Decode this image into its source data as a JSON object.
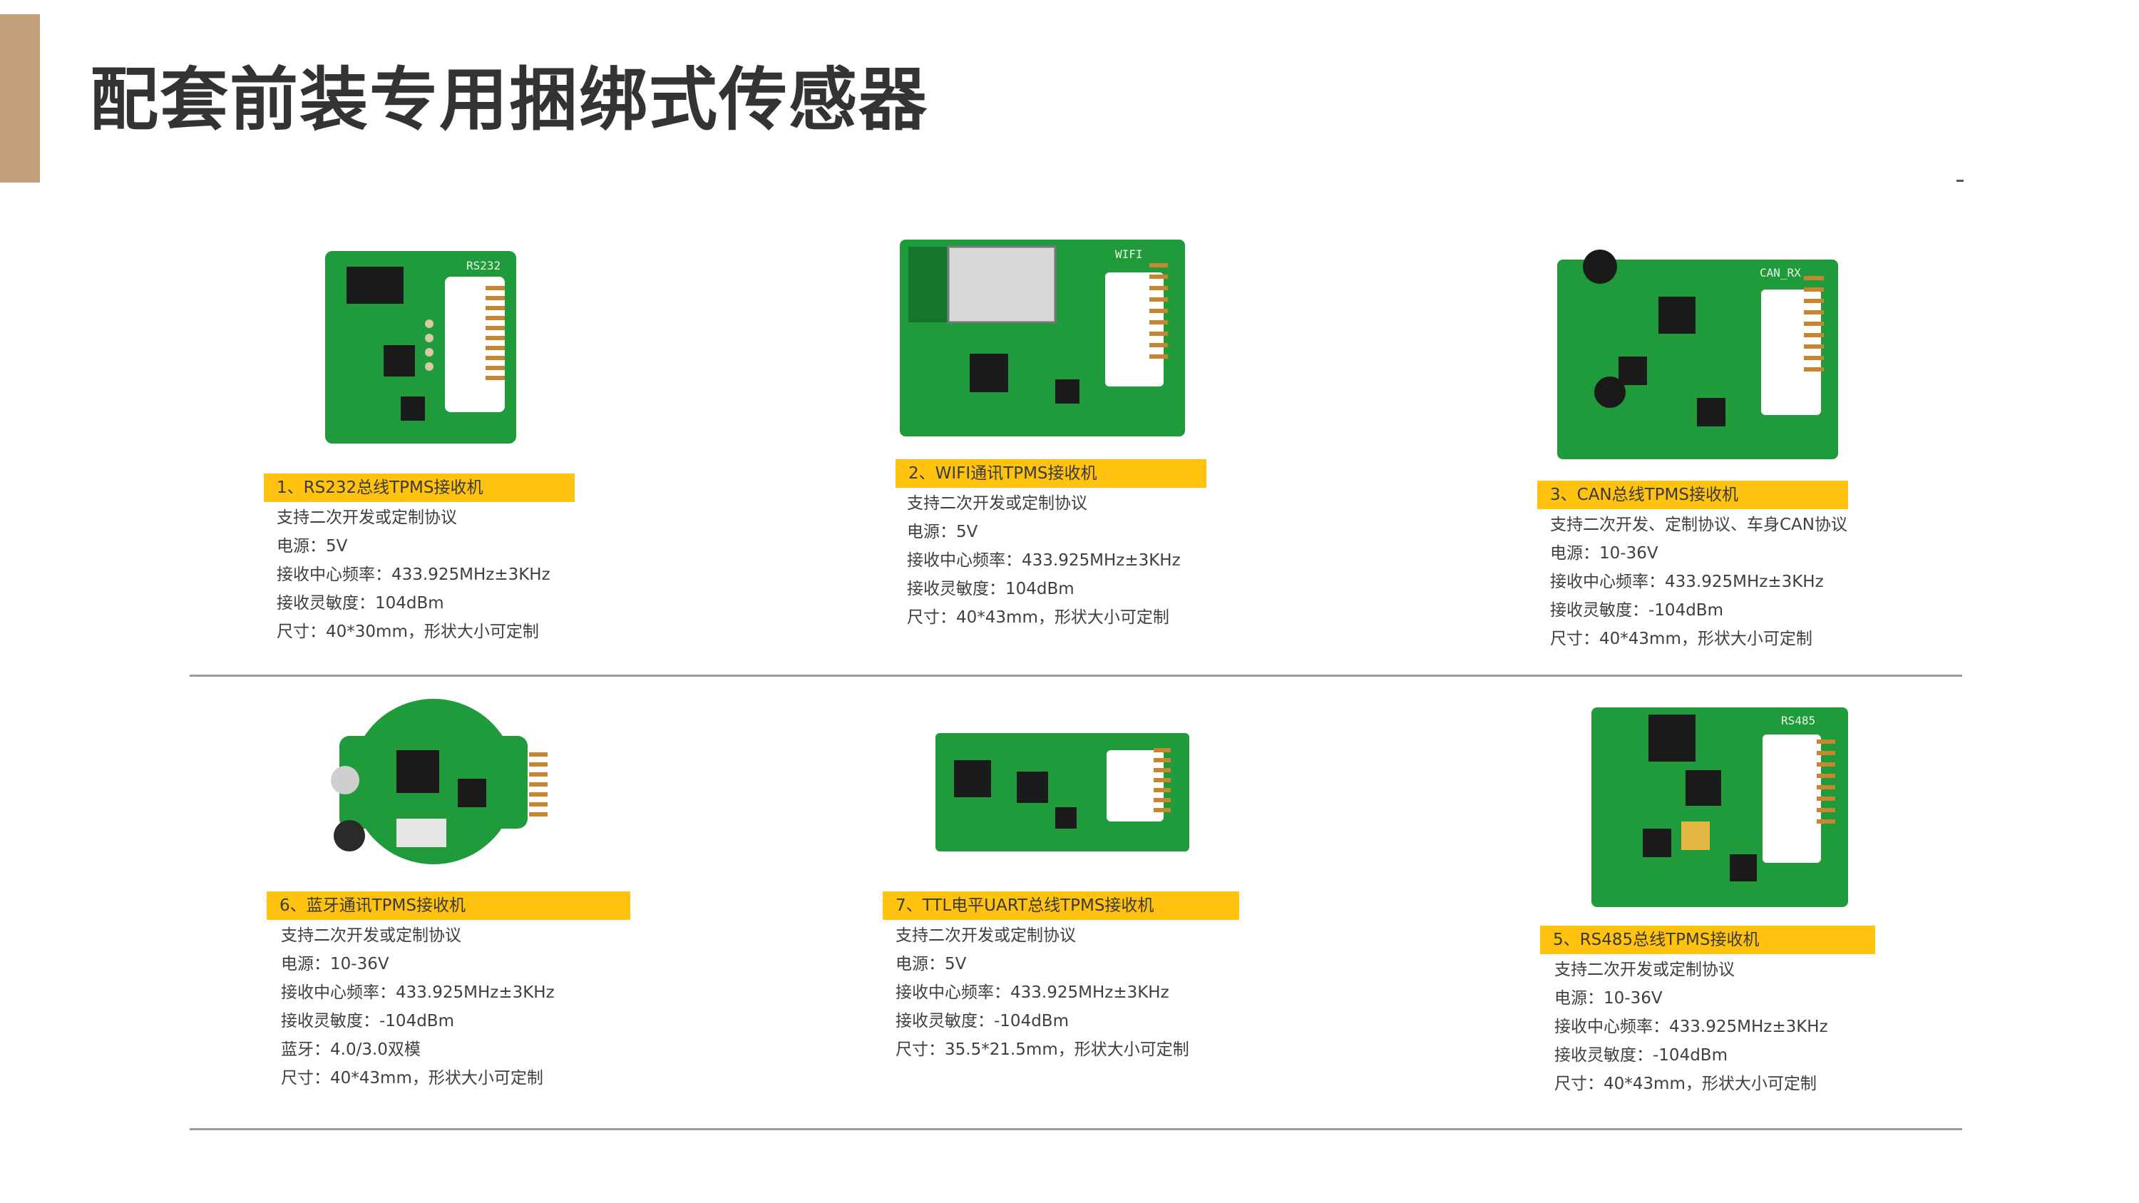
{
  "slide": {
    "title": "配套前装专用捆绑式传感器",
    "accent_color": "#c4a17c",
    "caption_color": "#ffc20e",
    "pcb_color": "#1f9b3c"
  },
  "products": [
    {
      "title": "1、RS232总线TPMS接收机",
      "board_label": "RS232",
      "specs": [
        "支持二次开发或定制协议",
        "电源：5V",
        "接收中心频率：433.925MHz±3KHz",
        "接收灵敏度：104dBm",
        "尺寸：40*30mm，形状大小可定制"
      ]
    },
    {
      "title": "2、WIFI通讯TPMS接收机",
      "board_label": "WIFI",
      "specs": [
        "支持二次开发或定制协议",
        "电源：5V",
        "接收中心频率：433.925MHz±3KHz",
        "接收灵敏度：104dBm",
        "尺寸：40*43mm，形状大小可定制"
      ]
    },
    {
      "title": "3、CAN总线TPMS接收机",
      "board_label": "CAN_RX",
      "specs": [
        "支持二次开发、定制协议、车身CAN协议",
        "电源：10-36V",
        "接收中心频率：433.925MHz±3KHz",
        "接收灵敏度：-104dBm",
        "尺寸：40*43mm，形状大小可定制"
      ]
    },
    {
      "title": "6、蓝牙通讯TPMS接收机",
      "board_label": "",
      "specs": [
        "支持二次开发或定制协议",
        "电源：10-36V",
        "接收中心频率：433.925MHz±3KHz",
        "接收灵敏度：-104dBm",
        "蓝牙：4.0/3.0双模",
        "尺寸：40*43mm，形状大小可定制"
      ]
    },
    {
      "title": "7、TTL电平UART总线TPMS接收机",
      "board_label": "",
      "specs": [
        "支持二次开发或定制协议",
        "电源：5V",
        "接收中心频率：433.925MHz±3KHz",
        "接收灵敏度：-104dBm",
        "尺寸：35.5*21.5mm，形状大小可定制"
      ]
    },
    {
      "title": "5、RS485总线TPMS接收机",
      "board_label": "RS485",
      "specs": [
        "支持二次开发或定制协议",
        "电源：10-36V",
        "接收中心频率：433.925MHz±3KHz",
        "接收灵敏度：-104dBm",
        "尺寸：40*43mm，形状大小可定制"
      ]
    }
  ]
}
